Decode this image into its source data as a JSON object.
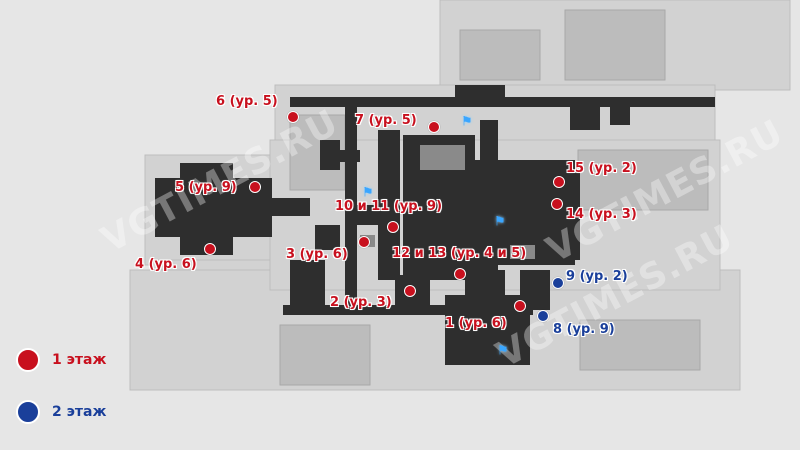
{
  "colors": {
    "floor1": "#c8101e",
    "floor2": "#1a3f9a"
  },
  "legend": [
    {
      "label": "1 этаж",
      "color": "#c8101e"
    },
    {
      "label": "2 этаж",
      "color": "#1a3f9a"
    }
  ],
  "markers": [
    {
      "id": "m1",
      "label": "1 (ур. 6)",
      "floor": 1
    },
    {
      "id": "m2",
      "label": "2 (ур. 3)",
      "floor": 1
    },
    {
      "id": "m3",
      "label": "3 (ур. 6)",
      "floor": 1
    },
    {
      "id": "m4",
      "label": "4 (ур. 6)",
      "floor": 1
    },
    {
      "id": "m5",
      "label": "5 (ур. 9)",
      "floor": 1
    },
    {
      "id": "m6",
      "label": "6 (ур. 5)",
      "floor": 1
    },
    {
      "id": "m7",
      "label": "7 (ур. 5)",
      "floor": 1
    },
    {
      "id": "m8",
      "label": "8 (ур. 9)",
      "floor": 2
    },
    {
      "id": "m9",
      "label": "9 (ур. 2)",
      "floor": 2
    },
    {
      "id": "m10",
      "label": "10 и 11 (ур. 9)",
      "floor": 1
    },
    {
      "id": "m12",
      "label": "12 и 13 (ур. 4 и 5)",
      "floor": 1
    },
    {
      "id": "m14",
      "label": "14 (ур. 3)",
      "floor": 1
    },
    {
      "id": "m15",
      "label": "15 (ур. 2)",
      "floor": 1
    }
  ],
  "watermark": "VGTIMES.RU",
  "icons": {
    "teleport": "teleport-waypoint-icon"
  }
}
